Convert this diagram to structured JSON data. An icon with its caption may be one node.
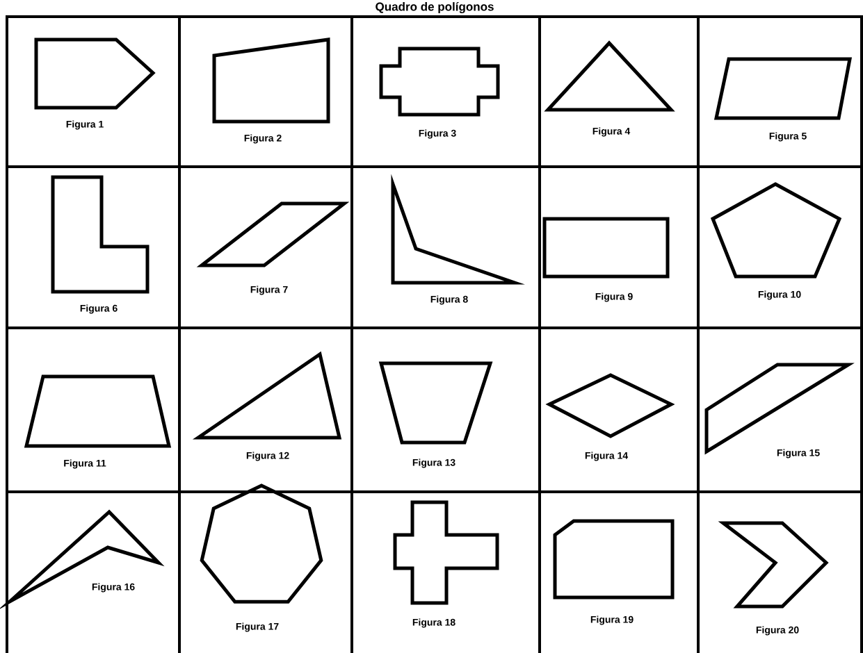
{
  "diagram": {
    "title": "Quadro de polígonos",
    "nodes": [
      {
        "text": [
          "Figura 1"
        ]
      },
      {
        "text": [
          "Figura 2"
        ]
      },
      {
        "text": [
          "Figura 3"
        ]
      },
      {
        "text": [
          "Figura 4"
        ]
      },
      {
        "text": [
          "Figura 5"
        ]
      },
      {
        "text": [
          "Figura 6"
        ]
      },
      {
        "text": [
          "Figura 7"
        ]
      },
      {
        "text": [
          "Figura 8"
        ]
      },
      {
        "text": [
          "Figura 9"
        ]
      },
      {
        "text": [
          "Figura 10"
        ]
      },
      {
        "text": [
          "Figura 11"
        ]
      },
      {
        "text": [
          "Figura 12"
        ]
      },
      {
        "text": [
          "Figura 13"
        ]
      },
      {
        "text": [
          "Figura 14"
        ]
      },
      {
        "text": [
          "Figura 15"
        ]
      },
      {
        "text": [
          "Figura 16"
        ]
      },
      {
        "text": [
          "Figura 17"
        ]
      },
      {
        "text": [
          "Figura 18"
        ]
      },
      {
        "text": [
          "Figura 19"
        ]
      },
      {
        "text": [
          "Figura 20"
        ]
      }
    ]
  }
}
